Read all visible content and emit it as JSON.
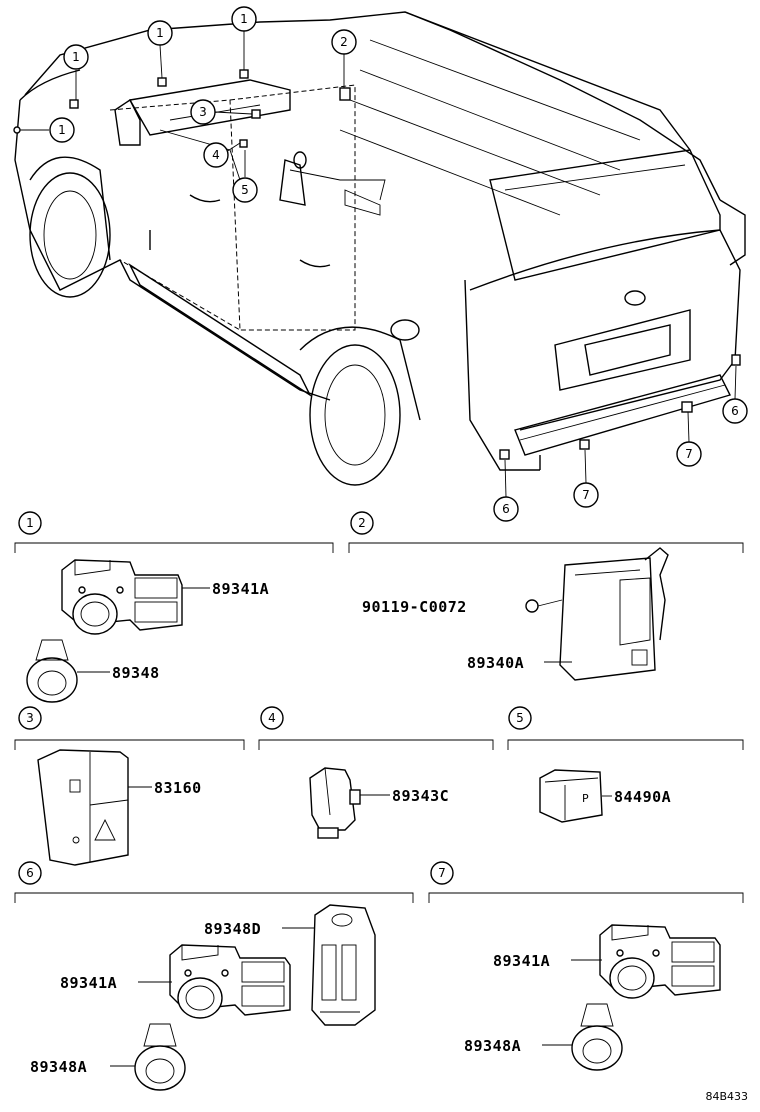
{
  "callouts": {
    "c1a": "1",
    "c1b": "1",
    "c1c": "1",
    "c1d": "1",
    "c2": "2",
    "c3": "3",
    "c4": "4",
    "c5": "5",
    "c6a": "6",
    "c6b": "6",
    "c7a": "7",
    "c7b": "7"
  },
  "sections": {
    "s1": "1",
    "s2": "2",
    "s3": "3",
    "s4": "4",
    "s5": "5",
    "s6": "6",
    "s7": "7"
  },
  "parts": {
    "s1_sensor": "89341A",
    "s1_retainer": "89348",
    "s2_screw": "90119-C0072",
    "s2_ecu": "89340A",
    "s3_switch": "83160",
    "s4_sensor": "89343C",
    "s5_switch": "84490A",
    "s6_bracket": "89348D",
    "s6_sensor": "89341A",
    "s6_retainer": "89348A",
    "s7_sensor": "89341A",
    "s7_retainer": "89348A"
  },
  "illustration_ref": "84B433",
  "switch_glyph": "P"
}
